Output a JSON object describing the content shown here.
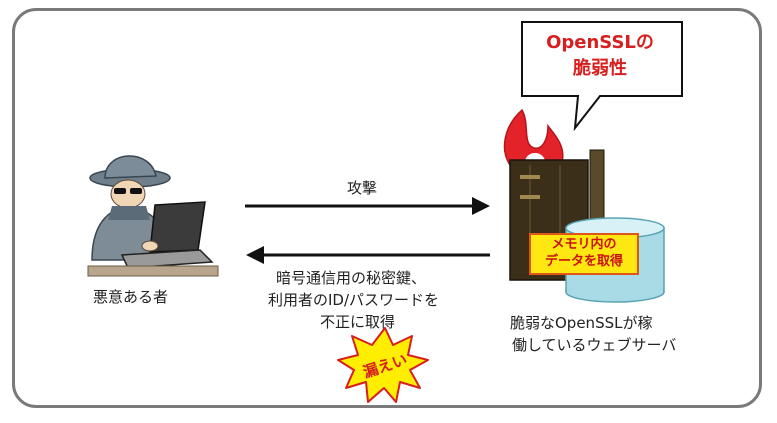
{
  "callout": {
    "line1": "OpenSSLの",
    "line2": "脆弱性"
  },
  "attack": {
    "label": "攻撃"
  },
  "attacker": {
    "label": "悪意ある者"
  },
  "leak_description": {
    "line1": "暗号通信用の秘密鍵、",
    "line2": "利用者のID/パスワードを",
    "line3": "不正に取得"
  },
  "leak_badge": {
    "label": "漏えい"
  },
  "memory": {
    "line1": "メモリ内の",
    "line2": "データを取得"
  },
  "server": {
    "line1": "脆弱なOpenSSLが稼",
    "line2": "働しているウェブサーバ"
  },
  "colors": {
    "frame": "#7a7a7a",
    "accent_red": "#d61f1f",
    "arrow": "#111111",
    "server_body": "#3b2f1a",
    "database_fill": "#a8dbe6",
    "memory_label_bg": "#ffe812",
    "leak_badge_bg": "#ffee00"
  }
}
